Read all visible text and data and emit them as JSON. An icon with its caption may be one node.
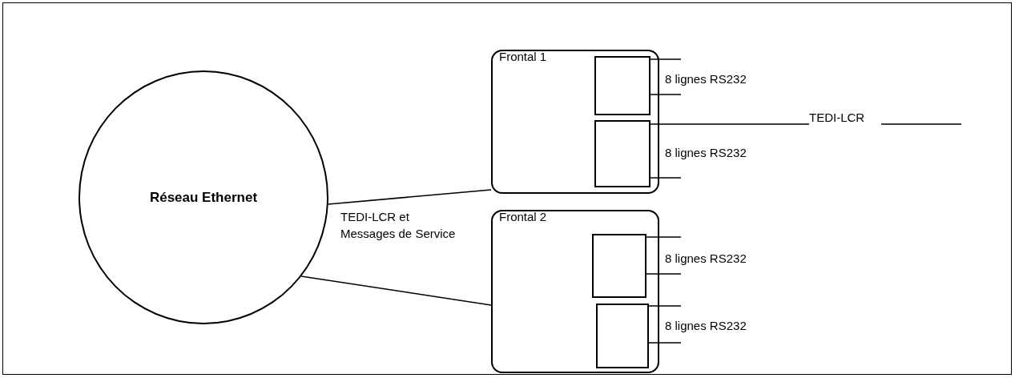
{
  "diagram": {
    "nodes": [
      {
        "text": [
          "Réseau Ethernet"
        ]
      },
      {
        "text": [
          "Frontal 1"
        ]
      },
      {
        "text": [],
        "shape": "box",
        "in": 1
      },
      {
        "text": [],
        "shape": "box",
        "in": 1
      },
      {
        "text": [
          "Frontal 2"
        ]
      },
      {
        "text": [],
        "shape": "box",
        "in": 4
      },
      {
        "text": [],
        "shape": "box",
        "in": 4
      }
    ],
    "edges": [
      {
        "from": 0,
        "to": 1,
        "arrow": "none",
        "label": "TEDI-LCR et Messages de Service"
      },
      {
        "from": 0,
        "to": 4,
        "arrow": "none"
      },
      {
        "from": 2,
        "to": null,
        "arrow": "none"
      },
      {
        "from": 2,
        "to": null,
        "arrow": "none"
      },
      {
        "from": 3,
        "to": null,
        "arrow": "none",
        "label": "TEDI-LCR"
      },
      {
        "from": 3,
        "to": null,
        "arrow": "none"
      },
      {
        "from": 5,
        "to": null,
        "arrow": "none"
      },
      {
        "from": 5,
        "to": null,
        "arrow": "none"
      },
      {
        "from": 6,
        "to": null,
        "arrow": "none"
      },
      {
        "from": 6,
        "to": null,
        "arrow": "none"
      }
    ],
    "labels": [
      "8 lignes RS232",
      "8 lignes RS232",
      "8 lignes RS232",
      "8 lignes RS232"
    ]
  }
}
